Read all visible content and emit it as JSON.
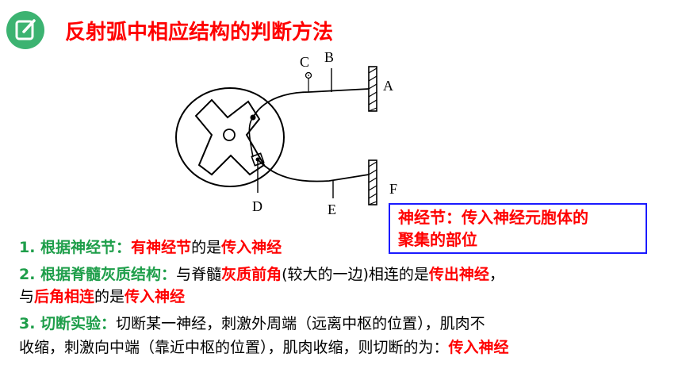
{
  "title": "反射弧中相应结构的判断方法",
  "diagram_labels": {
    "A": "A",
    "B": "B",
    "C": "C",
    "D": "D",
    "E": "E",
    "F": "F"
  },
  "callout": {
    "line1": "神经节：传入神经元胞体的",
    "line2": "聚集的部位"
  },
  "method1": {
    "prefix": "1. 根据神经节：",
    "red1": "有神经节",
    "mid": "的是",
    "red2": "传入神经"
  },
  "method2": {
    "prefix": "2. 根据脊髓灰质结构：",
    "text1": "与脊髓",
    "red1": "灰质前角",
    "text2": "(较大的一边)相连的是",
    "red2": "传出神经",
    "text3": "，",
    "line2_text1": "与",
    "red3": "后角相连",
    "line2_text2": "的是",
    "red4": "传入神经"
  },
  "method3": {
    "prefix": "3. 切断实验：",
    "text1": "切断某一神经，刺激外周端（远离中枢的位置），肌肉不",
    "line2_text": "收缩，刺激向中端（靠近中枢的位置），肌肉收缩，则切断的为：",
    "red": "传入神经"
  }
}
